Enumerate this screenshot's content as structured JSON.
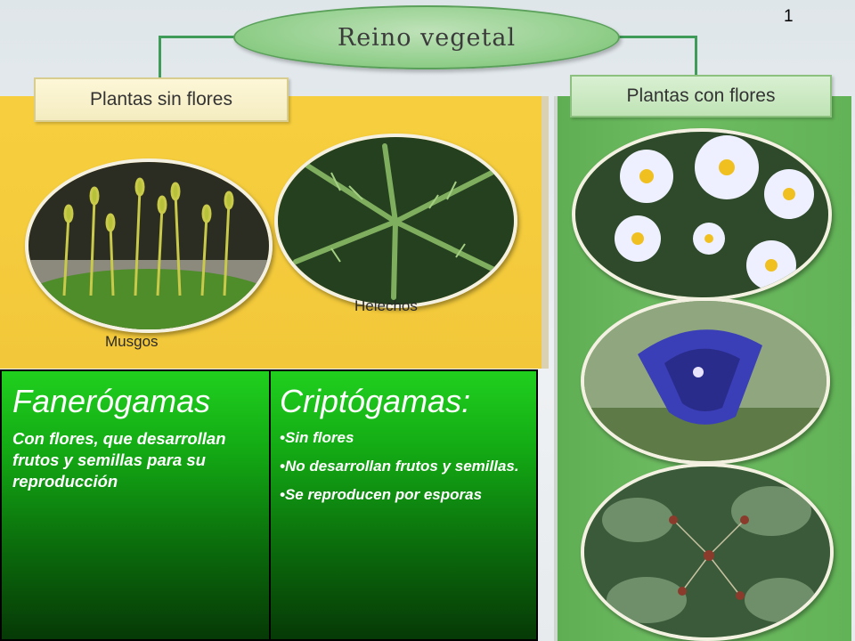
{
  "title": "Reino vegetal",
  "page_number": "1",
  "left_section": {
    "tab_label": "Plantas sin flores",
    "captions": {
      "mosses": "Musgos",
      "ferns": "Helechos"
    }
  },
  "right_section": {
    "tab_label": "Plantas con flores"
  },
  "info_table": {
    "left": {
      "heading": "Fanerógamas",
      "text": "Con flores,  que desarrollan frutos y semillas para  su reproducción"
    },
    "right": {
      "heading": "Criptógamas:",
      "bullets": [
        "•Sin flores",
        "•No desarrollan frutos y semillas.",
        "•Se reproducen por esporas"
      ]
    }
  },
  "colors": {
    "left_panel": "#f2c83a",
    "right_panel": "#6ebc62",
    "table_top": "#20d01e",
    "table_bottom": "#063906"
  }
}
